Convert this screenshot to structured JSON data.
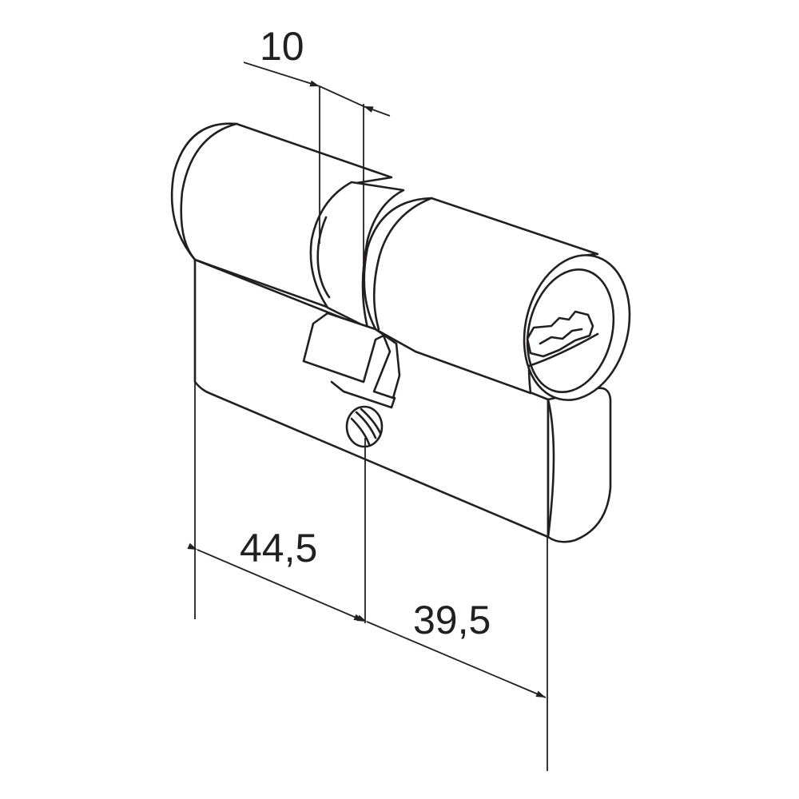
{
  "colors": {
    "stroke": "#231f20",
    "fill": "#ffffff"
  },
  "dimensions": {
    "cam_width": "10",
    "left_length": "44,5",
    "right_length": "39,5"
  }
}
